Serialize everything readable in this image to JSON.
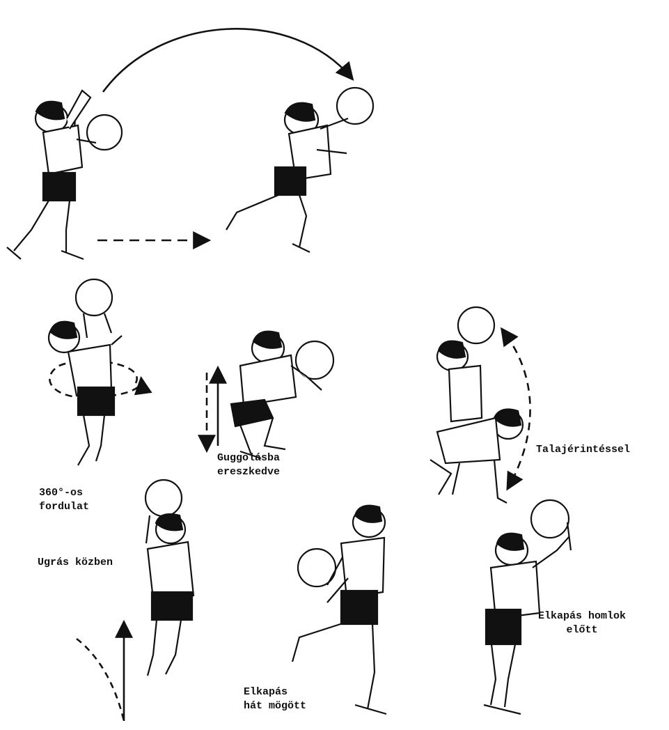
{
  "labels": {
    "turn": "360°-os\nfordulat",
    "squat": "Guggolásba\nereszkedve",
    "ground": "Talajérintéssel",
    "jump": "Ugrás közben",
    "behind_back": "Elkapás\nhát mögött",
    "forehead": "Elkapás homlok\nelőtt"
  },
  "figures": [
    {
      "name": "throwing-boy",
      "action": "throw"
    },
    {
      "name": "catching-boy",
      "action": "catch"
    },
    {
      "name": "turning-boy",
      "action": "turn"
    },
    {
      "name": "squatting-boy",
      "action": "squat"
    },
    {
      "name": "touching-ground-boy",
      "action": "ground-touch"
    },
    {
      "name": "jumping-boy",
      "action": "jump"
    },
    {
      "name": "behind-back-boy",
      "action": "behind-back"
    },
    {
      "name": "forehead-boy",
      "action": "forehead"
    }
  ],
  "colors": {
    "ink": "#111111",
    "shorts": "#111111",
    "paper": "#ffffff"
  }
}
